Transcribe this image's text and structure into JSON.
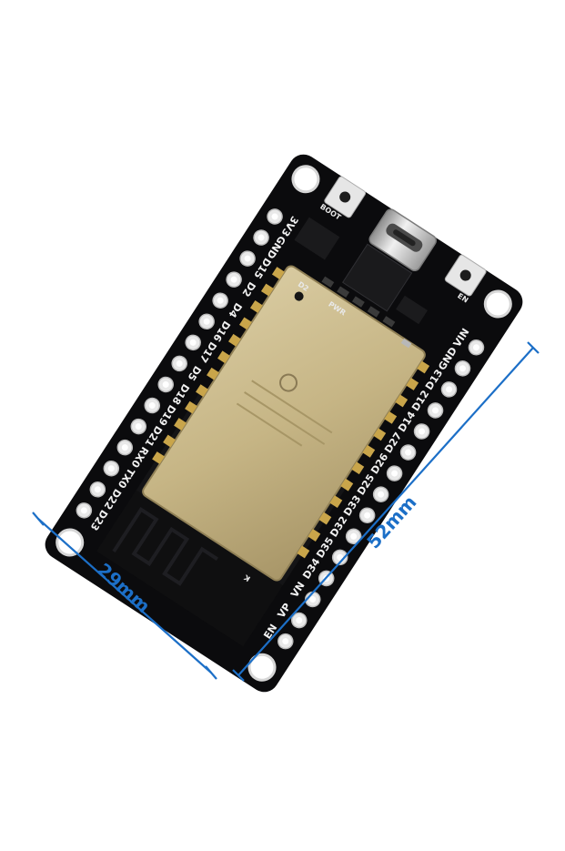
{
  "dimensions": {
    "width_label": "29mm",
    "length_label": "52mm",
    "line_color": "#1c6fc7"
  },
  "board": {
    "pcb_color": "#0b0b0d",
    "module_color": "#c9b98a",
    "left_header_pins": [
      "3V3",
      "GND",
      "D15",
      "D2",
      "D4",
      "D16",
      "D17",
      "D5",
      "D18",
      "D19",
      "D21",
      "RX0",
      "TX0",
      "D22",
      "D23"
    ],
    "right_header_pins": [
      "VIN",
      "GND",
      "D13",
      "D12",
      "D14",
      "D27",
      "D26",
      "D25",
      "D33",
      "D32",
      "D35",
      "D34",
      "VN",
      "VP",
      "EN"
    ],
    "buttons": [
      "BOOT",
      "EN"
    ],
    "led_label": "PWR",
    "led_label_2": "D2",
    "antenna_mark": "K",
    "usb_connector": "usb-c-connector"
  }
}
